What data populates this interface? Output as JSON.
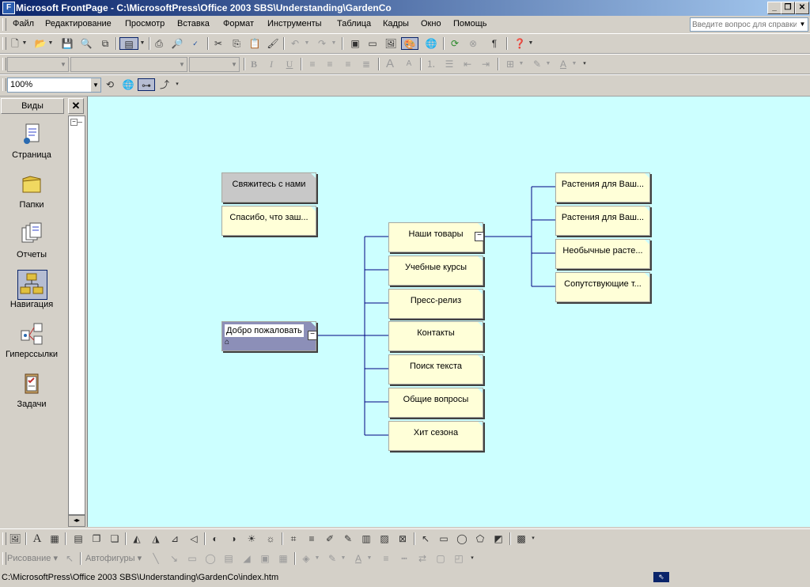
{
  "window": {
    "title": "Microsoft FrontPage - C:\\MicrosoftPress\\Office 2003 SBS\\Understanding\\GardenCo"
  },
  "menu": [
    "Файл",
    "Редактирование",
    "Просмотр",
    "Вставка",
    "Формат",
    "Инструменты",
    "Таблица",
    "Кадры",
    "Окно",
    "Помощь"
  ],
  "help_box": {
    "placeholder": "Введите вопрос для справки"
  },
  "zoom": {
    "value": "100%"
  },
  "views": {
    "header": "Виды",
    "items": [
      "Страница",
      "Папки",
      "Отчеты",
      "Навигация",
      "Гиперссылки",
      "Задачи"
    ],
    "selected": "Навигация"
  },
  "navigation": {
    "orphans": [
      "Свяжитесь с нами",
      "Спасибо, что заш..."
    ],
    "home": "Добро пожаловать",
    "level1": [
      "Наши товары",
      "Учебные курсы",
      "Пресс-релиз",
      "Контакты",
      "Поиск текста",
      "Общие вопросы",
      "Хит сезона"
    ],
    "level2": [
      "Растения для Ваш...",
      "Растения для Ваш...",
      "Необычные расте...",
      "Сопутствующие т..."
    ]
  },
  "drawing_toolbar": {
    "drawing_label": "Рисование",
    "autoshapes_label": "Автофигуры"
  },
  "status": {
    "path": "C:\\MicrosoftPress\\Office 2003 SBS\\Understanding\\GardenCo\\index.htm"
  },
  "colors": {
    "canvas": "#ccffff",
    "node": "#ffffd8",
    "title_bar": "#0a246a",
    "connector": "#000080"
  }
}
